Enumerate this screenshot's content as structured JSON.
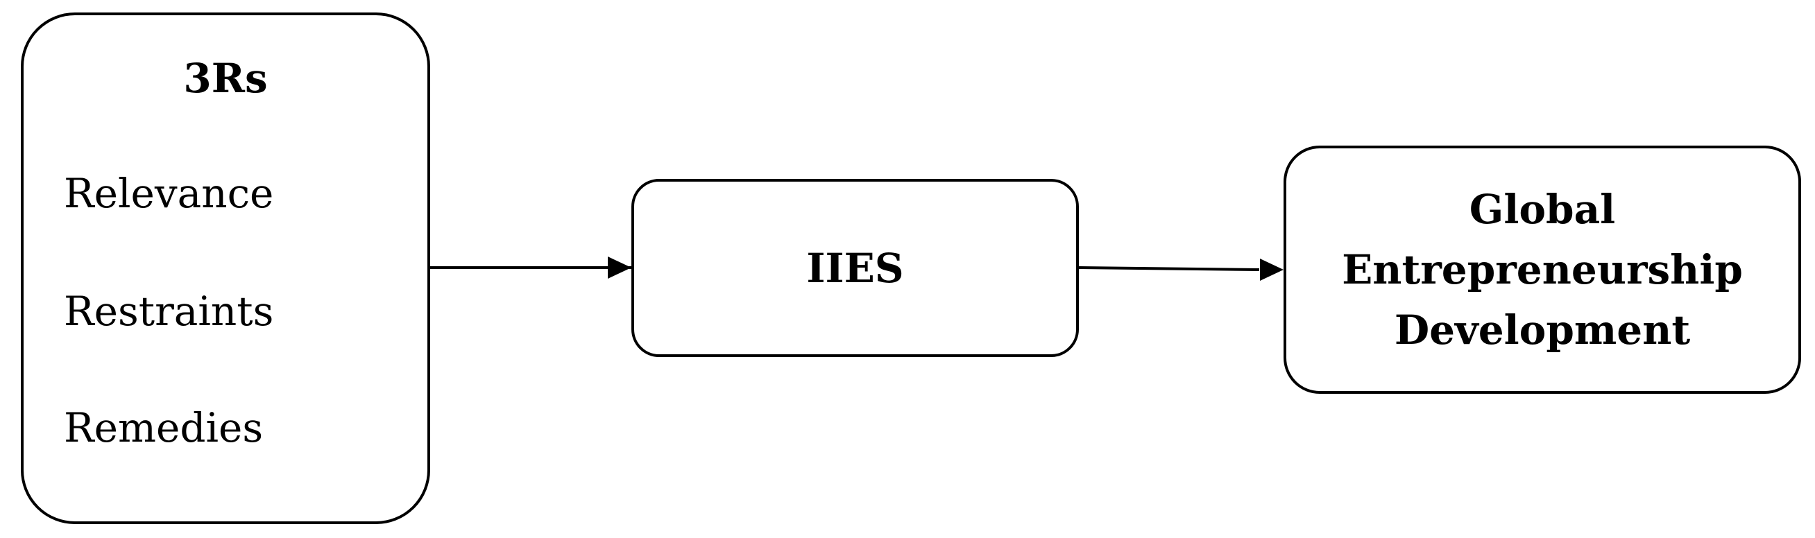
{
  "nodes": {
    "three_rs": {
      "title": "3Rs",
      "items": [
        "Relevance",
        "Restraints",
        "Remedies"
      ]
    },
    "iies": {
      "title": "IIES"
    },
    "global_entrepreneurship": {
      "lines": [
        "Global",
        "Entrepreneurship",
        "Development"
      ]
    }
  },
  "edges": [
    {
      "from": "3Rs",
      "to": "IIES"
    },
    {
      "from": "IIES",
      "to": "Global Entrepreneurship Development"
    }
  ],
  "colors": {
    "stroke": "#000000",
    "background": "#ffffff"
  }
}
